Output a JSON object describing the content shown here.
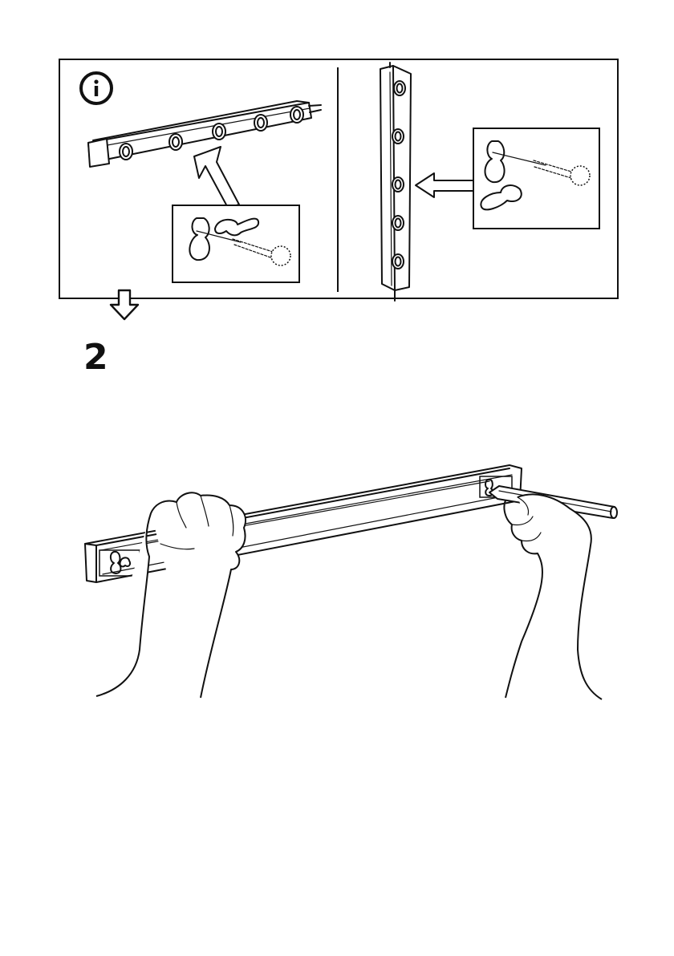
{
  "info": {
    "icon": "info-icon",
    "glyph": "i"
  },
  "step": {
    "number": "2",
    "next_arrow_icon": "down-arrow-icon"
  },
  "illustrations": {
    "horizontal_mount": "horizontal-rail-keyhole-illustration",
    "vertical_mount": "vertical-rail-keyhole-illustration",
    "marking": "hands-marking-rail-with-pencil-illustration"
  },
  "colors": {
    "line": "#111111",
    "background": "#ffffff"
  }
}
